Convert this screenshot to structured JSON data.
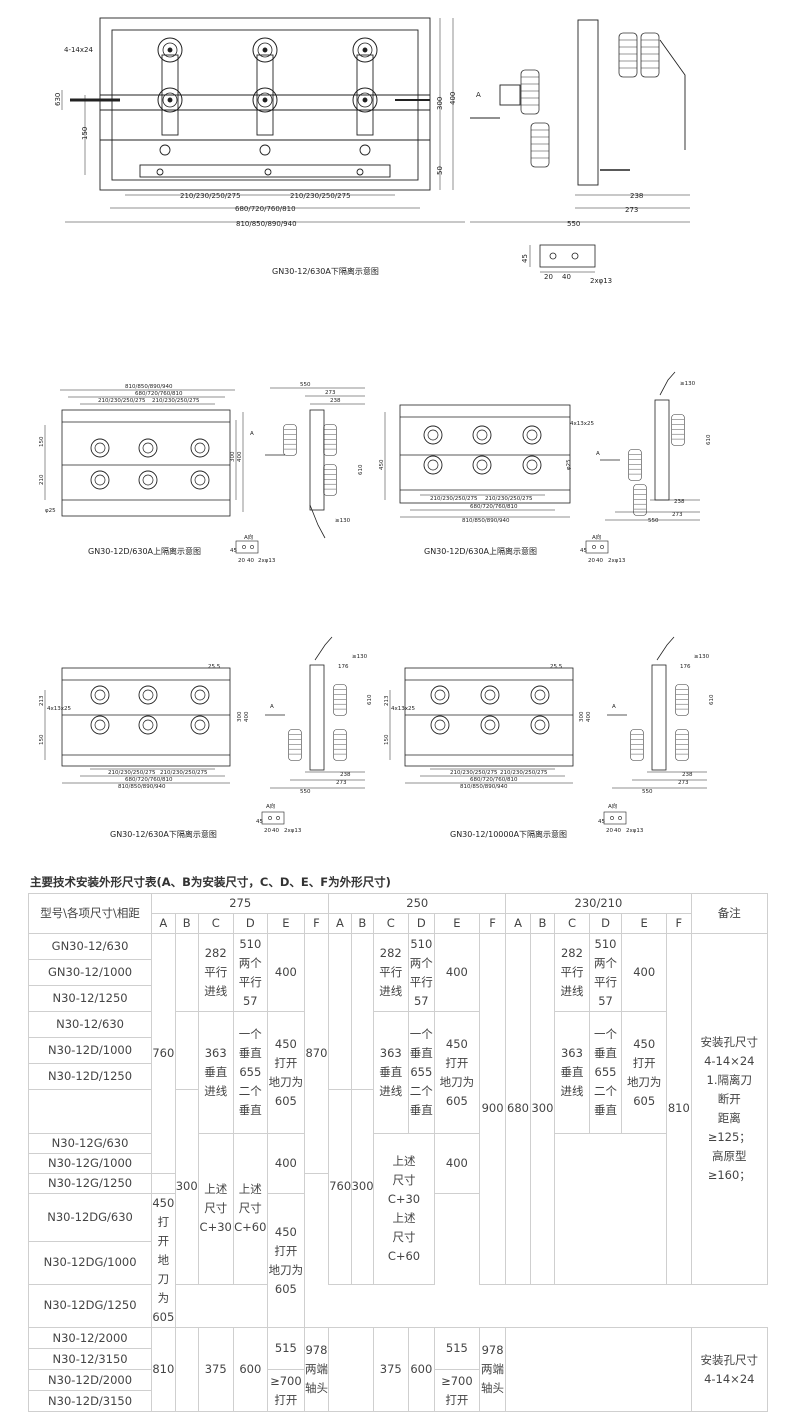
{
  "drawings": {
    "captions": [
      "GN30-12/630A下隔离示意图",
      "GN30-12D/630A上隔离示意图",
      "GN30-12D/630A上隔离示意图",
      "GN30-12/630A下隔离示意图",
      "GN30-12/10000A下隔离示意图"
    ],
    "top": {
      "hole": "4-14x24",
      "width_inner": "680/720/760/810",
      "width_outer": "810/850/890/940",
      "pitch_left": "210/230/250/275",
      "pitch_right": "210/230/250/275",
      "h_300": "300",
      "h_400": "400",
      "h_50": "50",
      "h_150": "150",
      "h_630": "630",
      "side_238": "238",
      "side_273": "273",
      "side_550": "550",
      "arrow_a": "A",
      "detail_45": "45",
      "detail_20": "20",
      "detail_40": "40",
      "detail_hole": "2xφ13"
    },
    "small": {
      "w_outer": "810/850/890/940",
      "w_inner": "680/720/760/810",
      "pitch": "210/230/250/275",
      "h150": "150",
      "h210": "210",
      "h300": "300",
      "h400": "400",
      "h450": "450",
      "h610": "610",
      "d550": "550",
      "d273": "273",
      "d238": "238",
      "d130": "≥130",
      "d25": "φ25",
      "d255": "25.5",
      "d176": "176",
      "d213": "213",
      "hole": "4x13x25",
      "a_view": "A向",
      "a": "A",
      "d45": "45",
      "d20": "20",
      "d40": "40",
      "dhole": "2xφ13"
    }
  },
  "table": {
    "title": "主要技术安装外形尺寸表(A、B为安装尺寸，C、D、E、F为外形尺寸)",
    "corner": "型号\\各项尺寸\\相距",
    "groups": [
      "275",
      "250",
      "230/210"
    ],
    "remark_header": "备注",
    "sub": [
      "A",
      "B",
      "C",
      "D",
      "E",
      "F"
    ],
    "models": [
      "GN30-12/630",
      "GN30-12/1000",
      "N30-12/1250",
      "N30-12/630",
      "N30-12D/1000",
      "N30-12D/1250",
      "",
      "N30-12G/630",
      "N30-12G/1000",
      "N30-12G/1250",
      "N30-12DG/630",
      "N30-12DG/1000",
      "N30-12DG/1250",
      "N30-12/2000",
      "N30-12/3150",
      "N30-12D/2000",
      "N30-12D/3150"
    ],
    "v760": "760",
    "v300": "300",
    "v810": "810",
    "v870": "870",
    "v900": "900",
    "v680": "680",
    "v375": "375",
    "v600": "600",
    "v515": "515",
    "c282": [
      "282",
      "平行",
      "进线"
    ],
    "d510": [
      "510",
      "两个",
      "平行",
      "57"
    ],
    "e400": "400",
    "c363": [
      "363",
      "垂直",
      "进线"
    ],
    "d_one": [
      "一个",
      "垂直",
      "655",
      "二个",
      "垂直"
    ],
    "e450": [
      "450",
      "打开",
      "地刀为",
      "605"
    ],
    "c_above30": [
      "上述",
      "尺寸",
      "C+30"
    ],
    "d_above60": [
      "上述",
      "尺寸",
      "C+60"
    ],
    "c_above_mid": [
      "上述",
      "尺寸",
      "C+30",
      "上述",
      "尺寸",
      "C+60"
    ],
    "e700": [
      "≥700",
      "打开"
    ],
    "f978": [
      "978",
      "两端",
      "轴头"
    ],
    "remark1": [
      "安装孔尺寸",
      "4-14×24",
      "1.隔离刀",
      "断开",
      "距离",
      "≥125；",
      "高原型",
      "≥160；"
    ],
    "remark2": [
      "安装孔尺寸",
      "4-14×24"
    ]
  }
}
